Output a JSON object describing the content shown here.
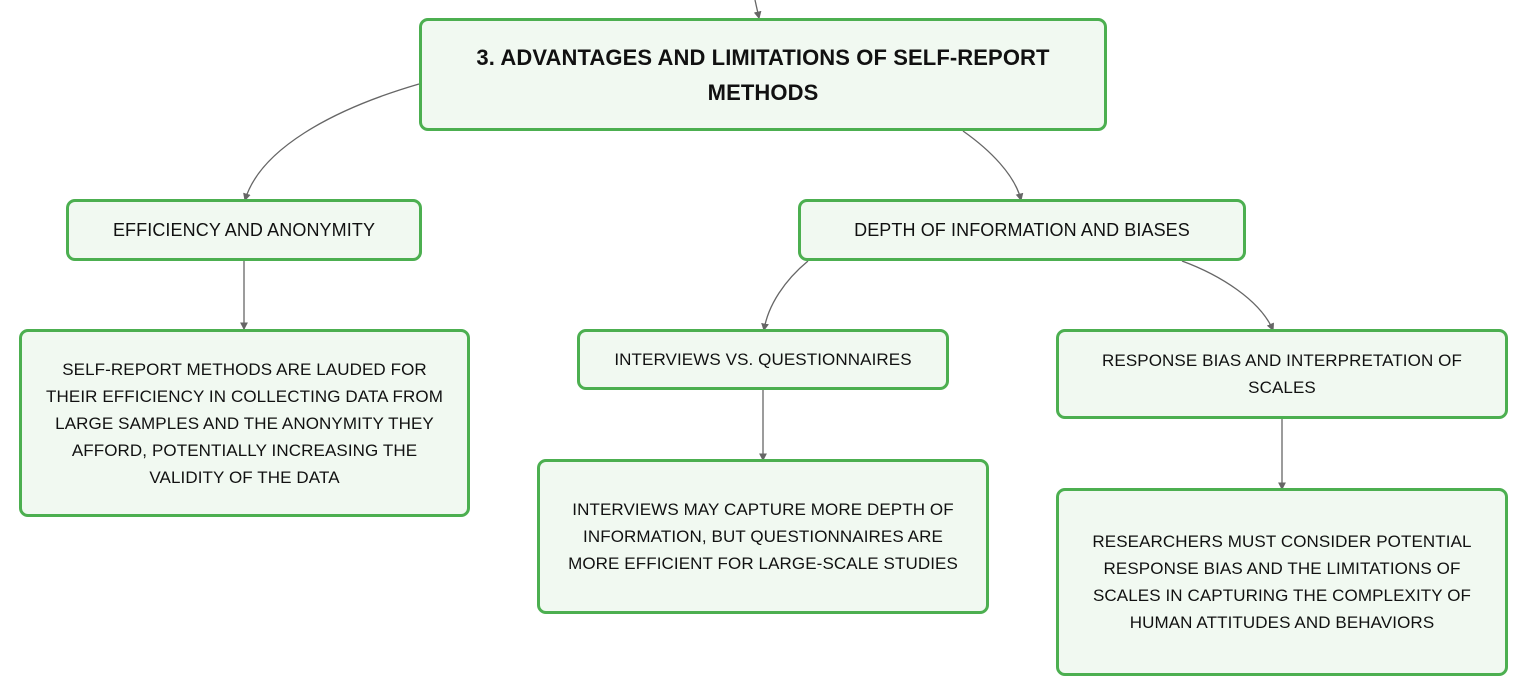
{
  "map": {
    "root": "3. ADVANTAGES AND LIMITATIONS OF SELF-REPORT METHODS",
    "efficiency": {
      "title": "EFFICIENCY AND ANONYMITY",
      "detail": "SELF-REPORT METHODS ARE LAUDED FOR THEIR EFFICIENCY IN COLLECTING DATA FROM LARGE SAMPLES AND THE ANONYMITY THEY AFFORD, POTENTIALLY INCREASING THE VALIDITY OF THE DATA"
    },
    "depth": {
      "title": "DEPTH OF INFORMATION AND BIASES",
      "interviews": {
        "title": "INTERVIEWS VS. QUESTIONNAIRES",
        "detail": "INTERVIEWS MAY CAPTURE MORE DEPTH OF INFORMATION, BUT QUESTIONNAIRES ARE MORE EFFICIENT FOR LARGE-SCALE STUDIES"
      },
      "bias": {
        "title": "RESPONSE BIAS AND INTERPRETATION OF SCALES",
        "detail": "RESEARCHERS MUST CONSIDER POTENTIAL RESPONSE BIAS AND THE LIMITATIONS OF SCALES IN CAPTURING THE COMPLEXITY OF HUMAN ATTITUDES AND BEHAVIORS"
      }
    }
  },
  "colors": {
    "node_border": "#4caf50",
    "node_fill": "#f1f9f1",
    "connector": "#666666"
  }
}
